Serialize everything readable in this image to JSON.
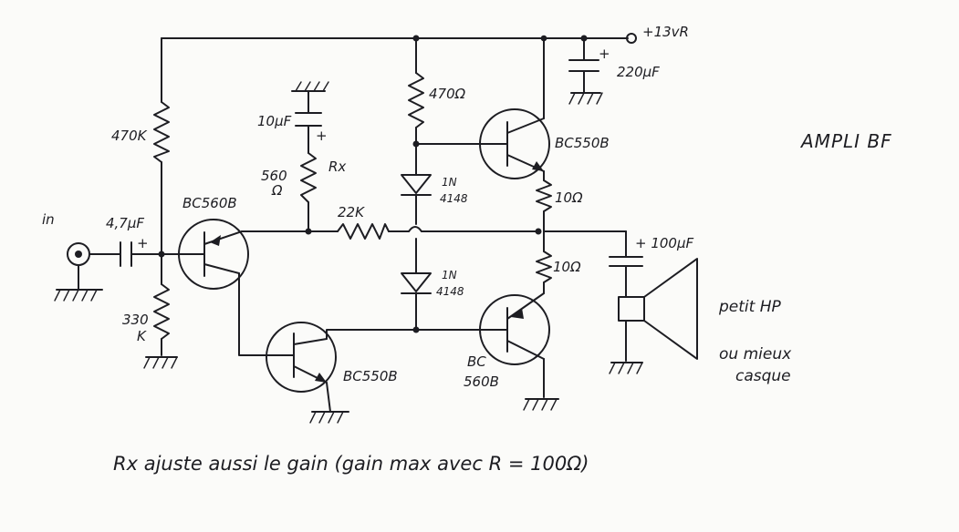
{
  "title": "AMPLI BF",
  "supply": "+13vR",
  "input_label": "in",
  "components": {
    "r_470k": "470K",
    "r_330k_line1": "330",
    "r_330k_line2": "K",
    "c_in": "4,7µF",
    "c_in_plus": "+",
    "q1": "BC560B",
    "c_10": "10µF",
    "c_10_plus": "+",
    "r_560_line1": "560",
    "r_560_line2": "Ω",
    "rx": "Rx",
    "r_22k": "22K",
    "r_470": "470Ω",
    "d1_line1": "1N",
    "d1_line2": "4148",
    "d2_line1": "1N",
    "d2_line2": "4148",
    "q2": "BC550B",
    "q3": "BC550B",
    "q4_line1": "BC",
    "q4_line2": "560B",
    "r_10_top": "10Ω",
    "r_10_bot": "10Ω",
    "c_220": "220µF",
    "c_220_plus": "+",
    "c_100": "+ 100µF"
  },
  "speaker": {
    "line1": "petit HP",
    "line2": "ou mieux",
    "line3": "casque"
  },
  "note": "Rx ajuste aussi le gain (gain max avec R = 100Ω)"
}
